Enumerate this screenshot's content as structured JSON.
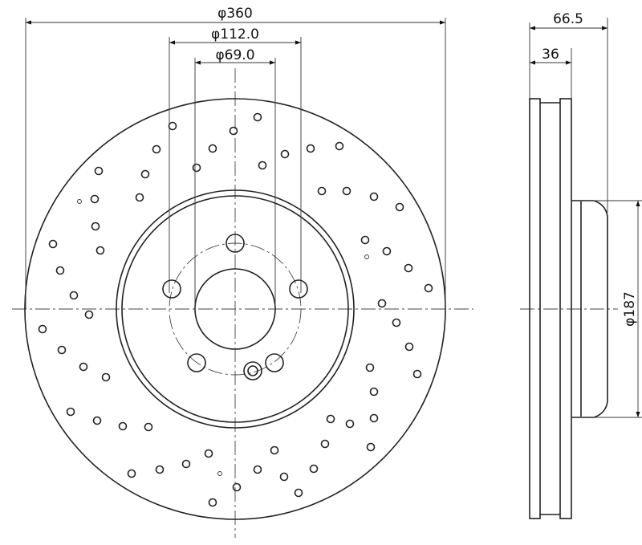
{
  "front_view": {
    "dimensions": {
      "outer_diameter": "φ360",
      "bolt_circle": "φ112.0",
      "center_bore": "φ69.0"
    }
  },
  "side_view": {
    "dimensions": {
      "total_height": "66.5",
      "thickness": "36",
      "hat_diameter": "φ187"
    }
  }
}
